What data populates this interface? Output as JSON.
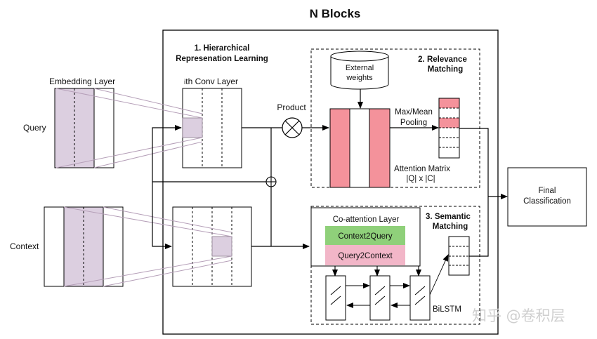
{
  "title": "N Blocks",
  "inputs": {
    "query": "Query",
    "context": "Context"
  },
  "embedding_layer": "Embedding Layer",
  "section1": {
    "line1": "1. Hierarchical",
    "line2": "Represenation Learning"
  },
  "conv_layer": {
    "prefix": "i",
    "suffix": "th Conv Layer"
  },
  "product": "Product",
  "section2": {
    "line1": "2. Relevance",
    "line2": "Matching"
  },
  "external_weights": {
    "line1": "External",
    "line2": "weights"
  },
  "pooling": {
    "line1": "Max/Mean",
    "line2": "Pooling"
  },
  "attention_matrix": {
    "line1": "Attention Matrix",
    "line2": "|Q| x |C|"
  },
  "section3": {
    "line1": "3. Semantic",
    "line2": "Matching"
  },
  "coattention": {
    "title": "Co-attention Layer",
    "c2q": "Context2Query",
    "q2c": "Query2Context"
  },
  "bilstm": "BiLSTM",
  "final": {
    "line1": "Final",
    "line2": "Classification"
  },
  "watermark": "知乎 @卷积层",
  "colors": {
    "embed": "#dccfe0",
    "attention": "#f4929b",
    "c2q": "#8fd07a",
    "q2c": "#f2b6c8",
    "proj_line": "#b59fb8"
  }
}
